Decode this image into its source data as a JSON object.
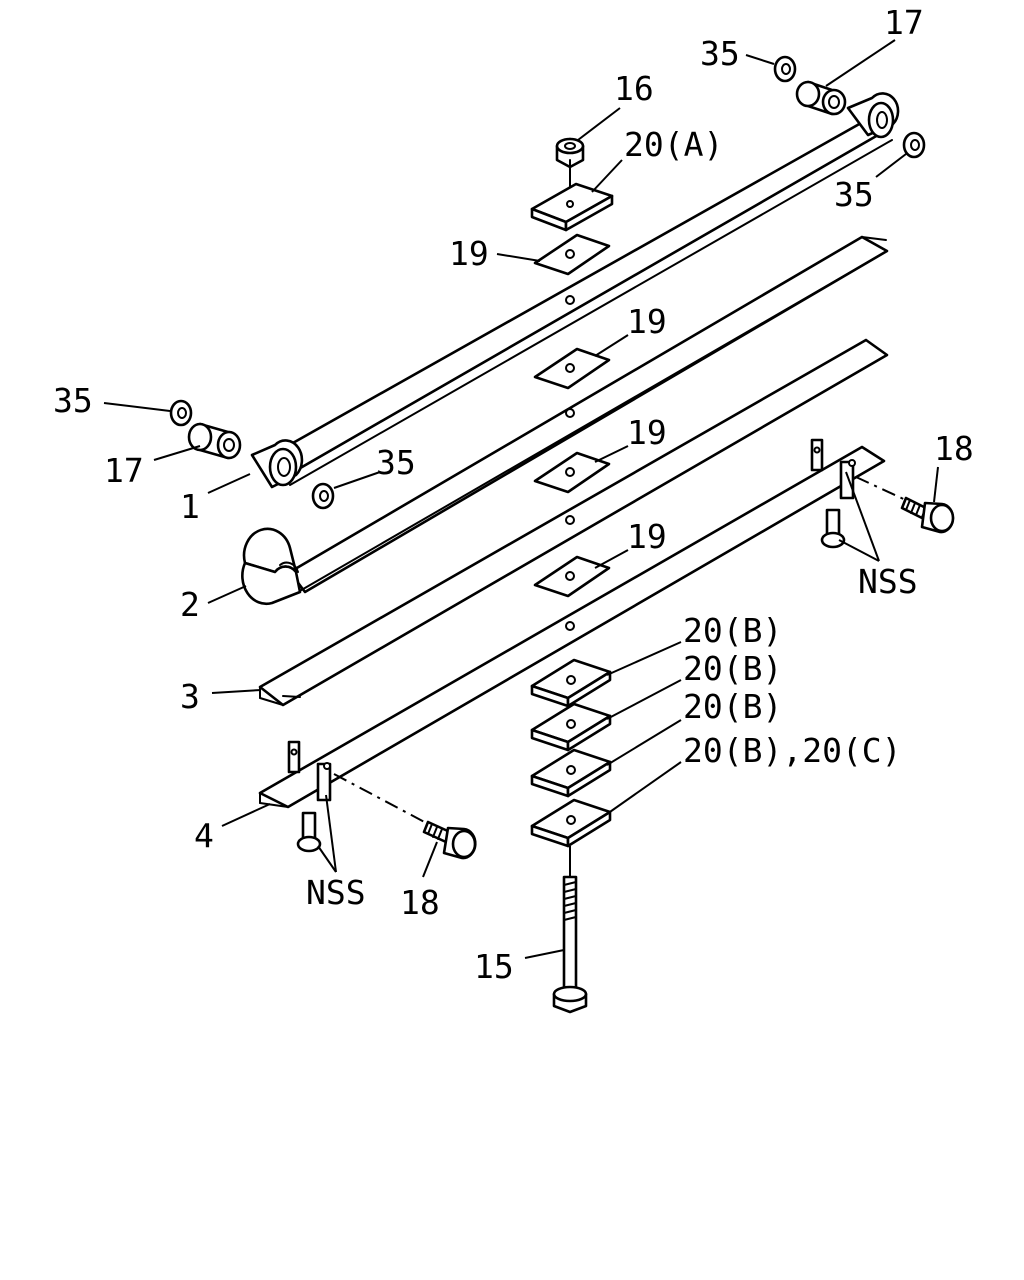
{
  "labels": {
    "p1": "1",
    "p2": "2",
    "p3": "3",
    "p4": "4",
    "p15": "15",
    "p16": "16",
    "p17_top": "17",
    "p17_left": "17",
    "p18_right": "18",
    "p18_left": "18",
    "p19_a": "19",
    "p19_b": "19",
    "p19_c": "19",
    "p19_d": "19",
    "p20_a": "20(A)",
    "p20_b1": "20(B)",
    "p20_b2": "20(B)",
    "p20_b3": "20(B)",
    "p20_bc": "20(B),20(C)",
    "p35_top_left": "35",
    "p35_top_right": "35",
    "p35_left": "35",
    "p35_mid": "35",
    "nss_right": "NSS",
    "nss_left": "NSS"
  }
}
